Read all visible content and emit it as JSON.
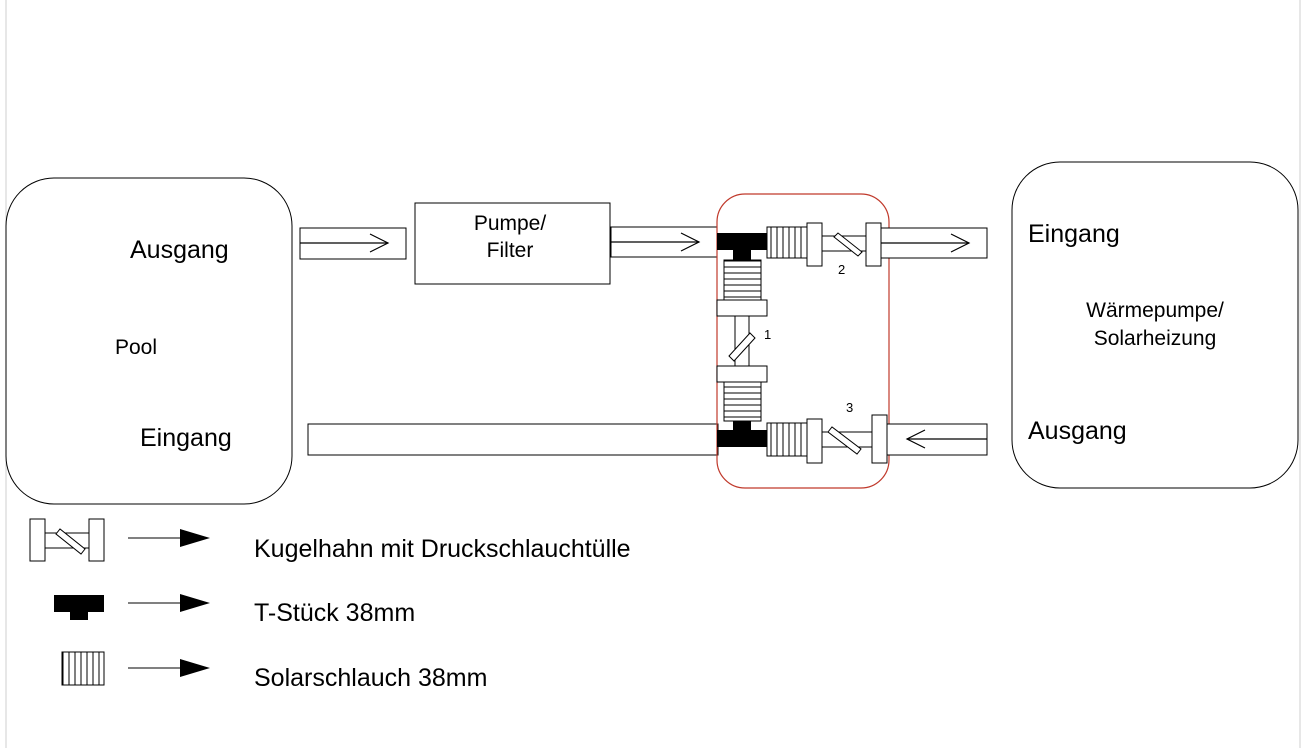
{
  "pool": {
    "name": "Pool",
    "outlet_label": "Ausgang",
    "inlet_label": "Eingang"
  },
  "pump": {
    "line1": "Pumpe/",
    "line2": "Filter"
  },
  "heater": {
    "line1": "Wärmepumpe/",
    "line2": "Solarheizung",
    "inlet_label": "Eingang",
    "outlet_label": "Ausgang"
  },
  "valves": {
    "v1": "1",
    "v2": "2",
    "v3": "3"
  },
  "legend": {
    "ball_valve": "Kugelhahn mit Druckschlauchtülle",
    "tee": "T-Stück 38mm",
    "hose": "Solarschlauch 38mm"
  },
  "colors": {
    "highlight_border": "#c0392b"
  }
}
